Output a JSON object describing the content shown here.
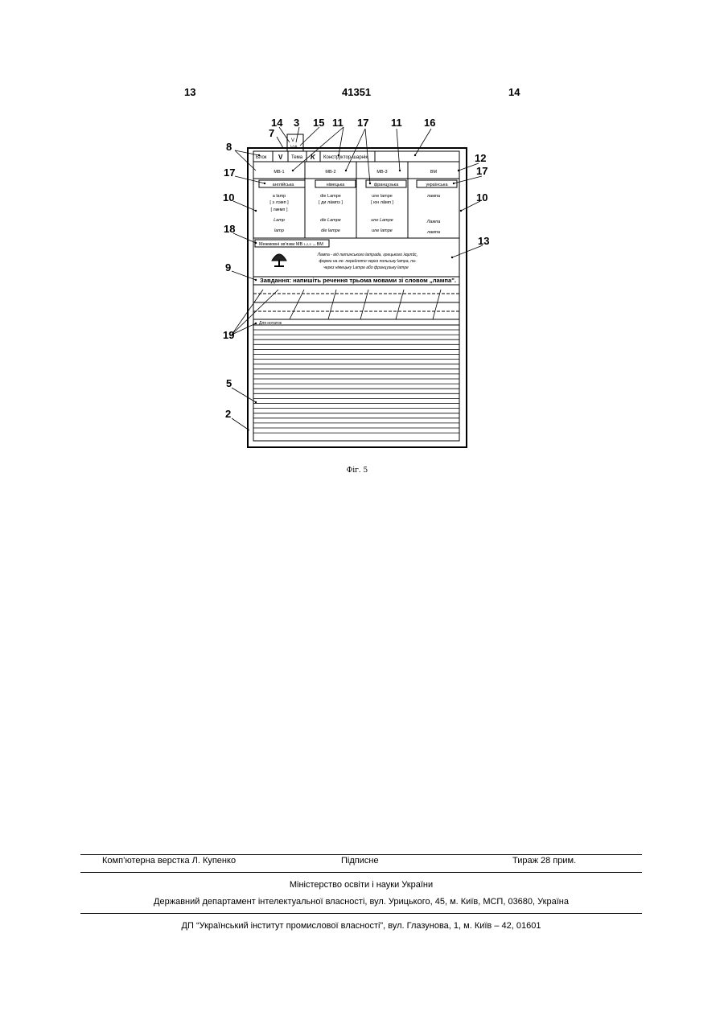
{
  "header": {
    "page_left": "13",
    "patent_number": "41351",
    "page_right": "14"
  },
  "figure": {
    "callouts": {
      "c14": "14",
      "c3": "3",
      "c15": "15",
      "c11a": "11",
      "c17a": "17",
      "c11b": "11",
      "c16": "16",
      "c7": "7",
      "c8": "8",
      "c12": "12",
      "c17b": "17",
      "c17c": "17",
      "c10a": "10",
      "c10b": "10",
      "c18": "18",
      "c13": "13",
      "c9": "9",
      "c19": "19",
      "c5": "5",
      "c2": "2"
    },
    "tab": {
      "line1": "V",
      "line2": "V.6"
    },
    "top_row": {
      "blok": "Блок",
      "v": "V",
      "tema": "Тема",
      "k": "K",
      "konstruktor": "Конструктор-шарнік"
    },
    "columns": [
      {
        "mv": "МВ-1",
        "lang": "англійська",
        "w1": "a lamp",
        "w2": "[ э лэмп ]",
        "w3": "[ лæмп ]",
        "w4": "Lamp",
        "w5": "lamp"
      },
      {
        "mv": "МВ-2",
        "lang": "німецька",
        "w1": "die Lampe",
        "w2": "[ ди лáмпэ ]",
        "w3": "",
        "w4": "die Lampe",
        "w5": "die lampe"
      },
      {
        "mv": "МВ-3",
        "lang": "французька",
        "w1": "une lampe",
        "w2": "[ юн лãмп ]",
        "w3": "",
        "w4": "une Lampe",
        "w5": "une lampe"
      },
      {
        "mv": "ВМ",
        "lang": "українська",
        "w1": "лампа",
        "w2": "",
        "w3": "",
        "w4": "Лампа",
        "w5": "лампа"
      }
    ],
    "mezhi_label": "Межмовні зв'язки МВ",
    "mezhi_sub": "1,2,3",
    "mezhi_end": "↔ВМ",
    "etymology": {
      "line1": "Лампа - від латинського lampada, грецького λαμπάς,",
      "line2": "форми на ле- перейнято через польську lampa, па-",
      "line3": "через німецьку Lampe або французьку lampe"
    },
    "task": "Завдання: напишіть речення трьома мовами зі словом „лампа\".",
    "notes_label": "Для нотаток"
  },
  "caption": "Фіг. 5",
  "footer": {
    "layout": "Комп’ютерна верстка Л. Купенко",
    "signed": "Підписне",
    "circulation": "Тираж 28 прим.",
    "ministry": "Міністерство освіти і науки України",
    "department": "Державний департамент інтелектуальної власності, вул. Урицького, 45, м. Київ, МСП, 03680, Україна",
    "institute": "ДП “Український інститут промислової власності”, вул. Глазунова, 1, м. Київ – 42, 01601"
  }
}
